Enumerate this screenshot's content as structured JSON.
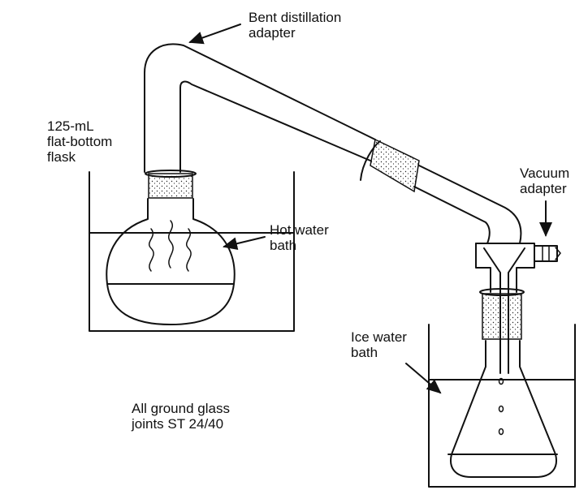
{
  "labels": {
    "bent_adapter": [
      "Bent distillation",
      "adapter"
    ],
    "flask": [
      "125-mL",
      "flat-bottom",
      "flask"
    ],
    "hot_bath": [
      "Hot water",
      "bath"
    ],
    "vacuum_adapter": [
      "Vacuum",
      "adapter"
    ],
    "ice_bath": [
      "Ice water",
      "bath"
    ],
    "joints_note": [
      "All ground glass",
      "joints ST 24/40"
    ]
  }
}
